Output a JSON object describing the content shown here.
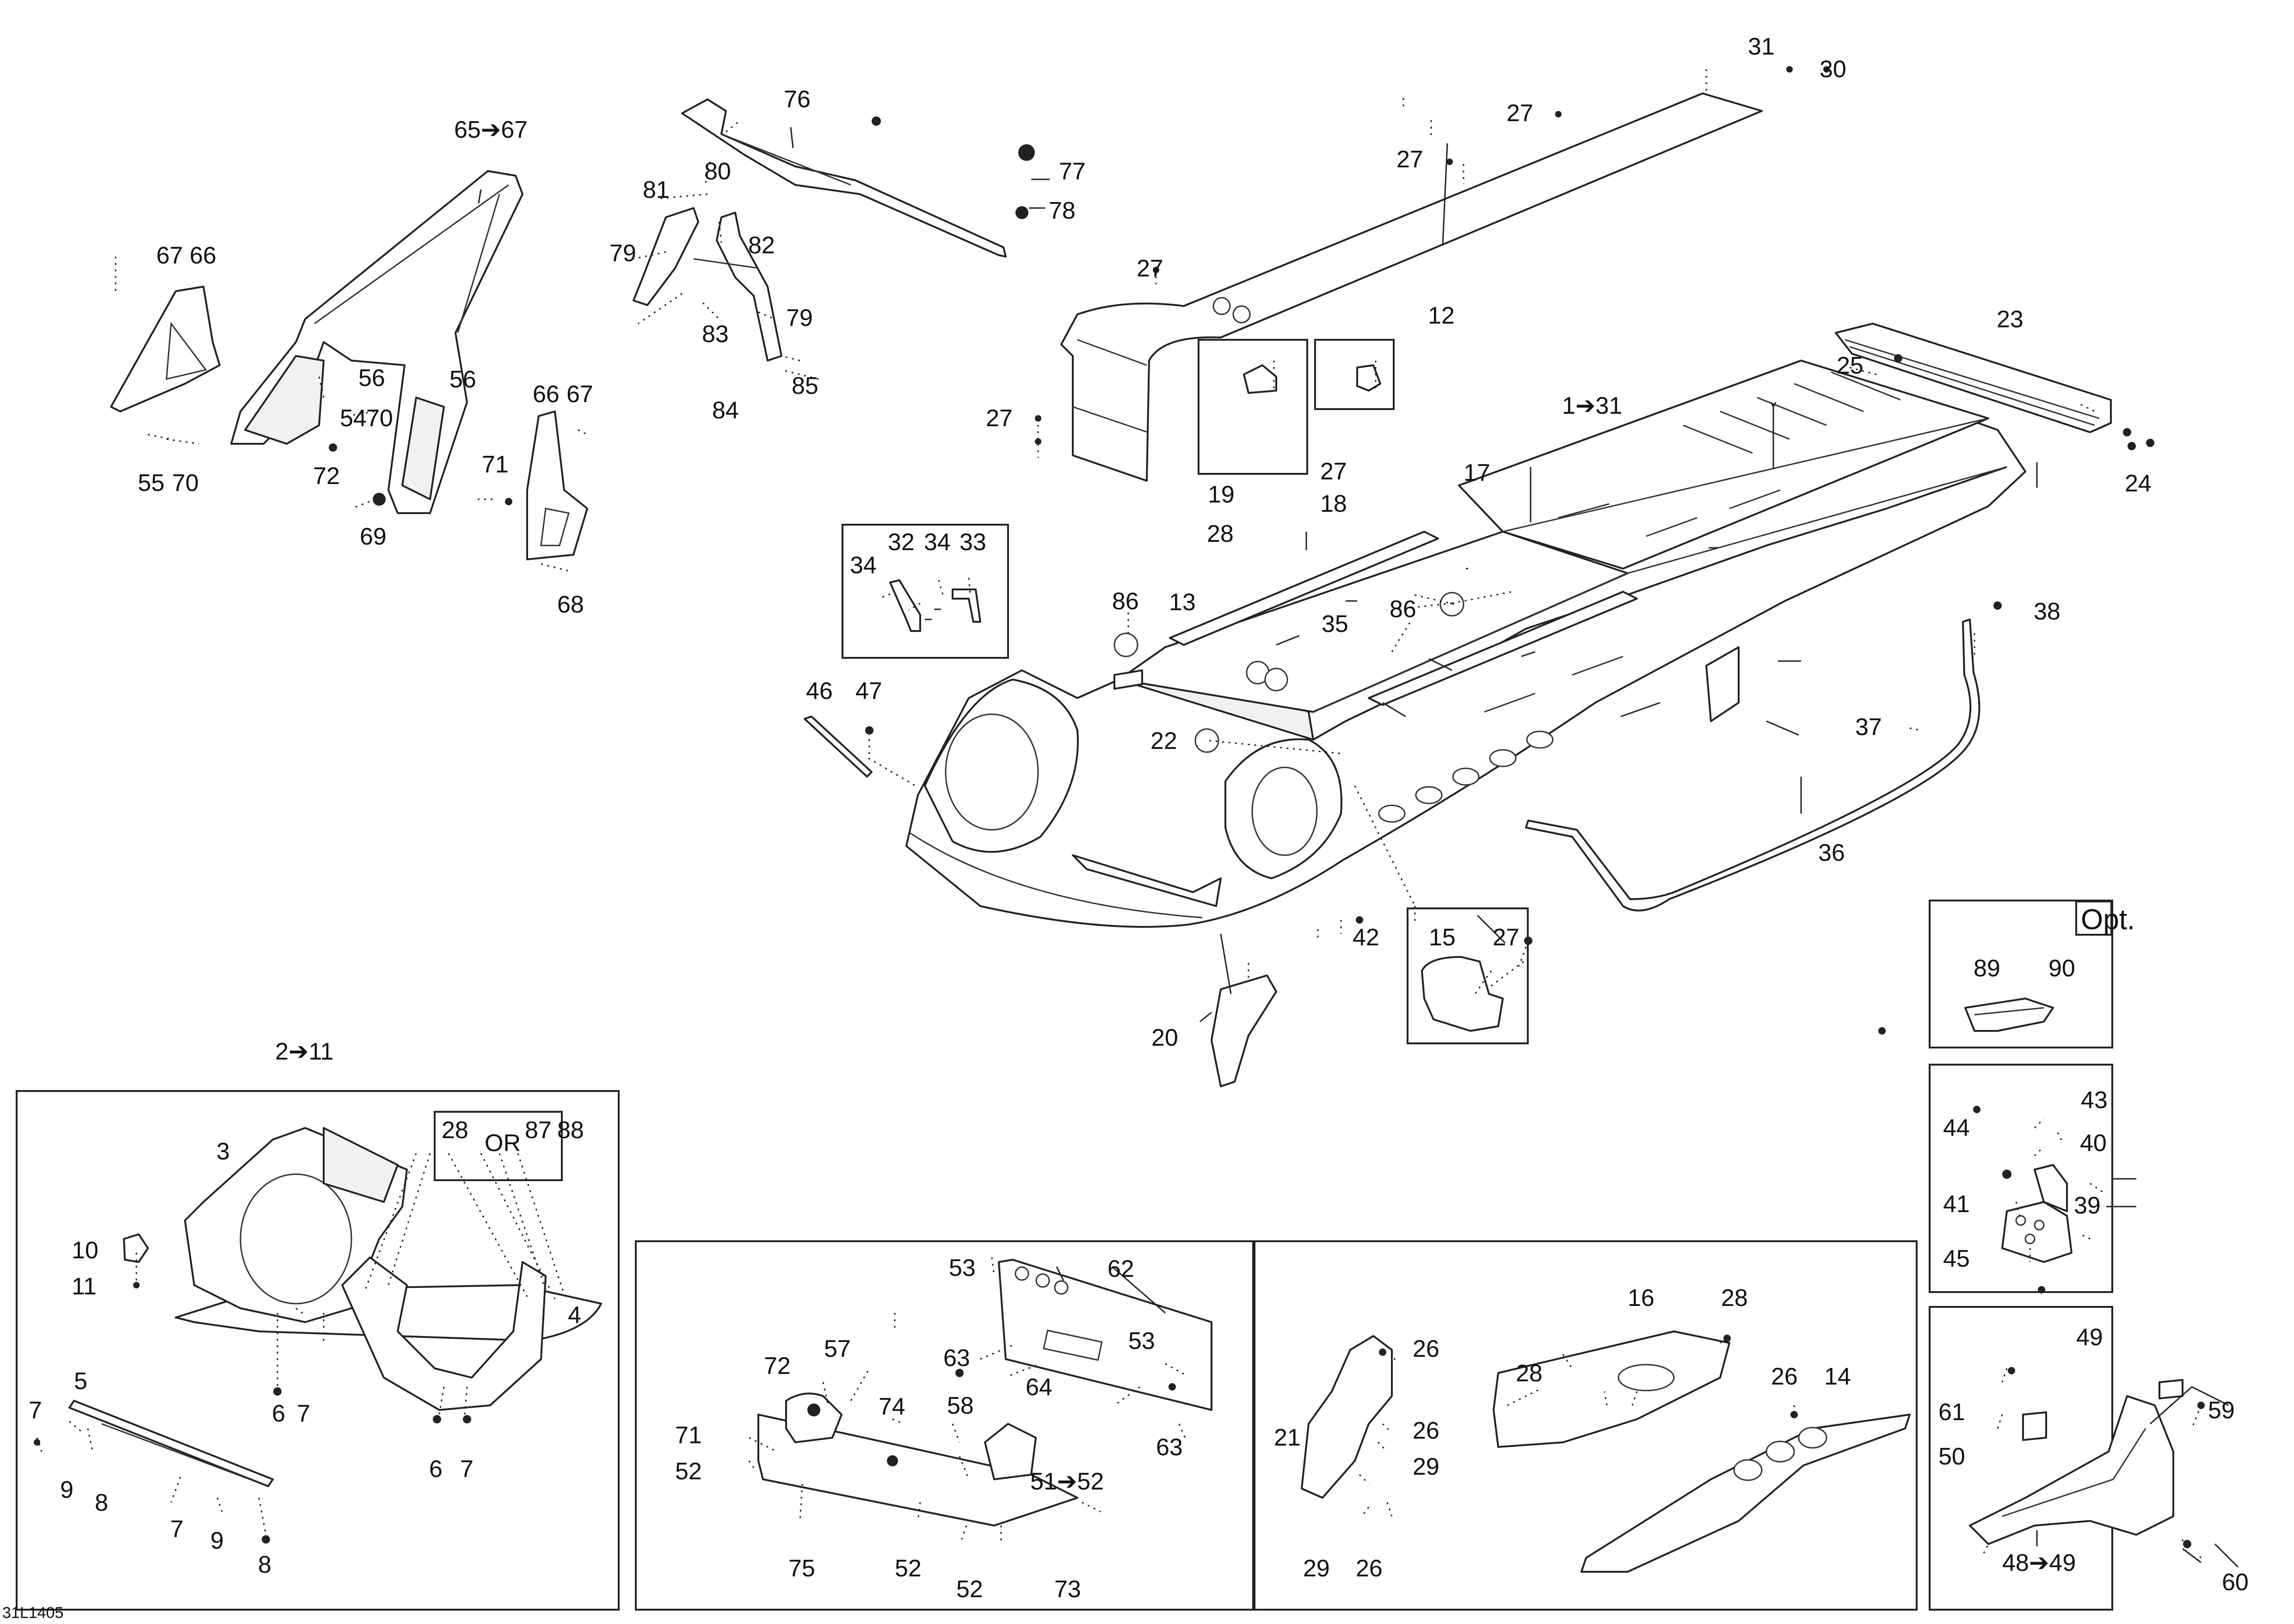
{
  "diagram": {
    "code": "31L1405",
    "option_label": "Opt.",
    "or_label": "OR",
    "callouts": {
      "c65_67": "65➔67",
      "c67a": "67",
      "c66a": "66",
      "c56a": "56",
      "c56b": "56",
      "c54": "54",
      "c70a": "70",
      "c72a": "72",
      "c55": "55",
      "c70b": "70",
      "c71a": "71",
      "c69": "69",
      "c66b": "66",
      "c67b": "67",
      "c68": "68",
      "c76": "76",
      "c77": "77",
      "c78": "78",
      "c80": "80",
      "c81": "81",
      "c79a": "79",
      "c82": "82",
      "c79b": "79",
      "c83": "83",
      "c84": "84",
      "c85": "85",
      "c31": "31",
      "c30": "30",
      "c27a": "27",
      "c27b": "27",
      "c27c": "27",
      "c27d": "27",
      "c12": "12",
      "c23": "23",
      "c25": "25",
      "c24": "24",
      "c1_31": "1➔31",
      "c17": "17",
      "c19": "19",
      "c28a": "28",
      "c27e": "27",
      "c18": "18",
      "c86a": "86",
      "c13": "13",
      "c35": "35",
      "c86b": "86",
      "c38": "38",
      "c32": "32",
      "c34a": "34",
      "c33": "33",
      "c34b": "34",
      "c46": "46",
      "c47": "47",
      "c22": "22",
      "c37": "37",
      "c36": "36",
      "c42": "42",
      "c15": "15",
      "c27f": "27",
      "c20": "20",
      "c89": "89",
      "c90": "90",
      "c43": "43",
      "c44": "44",
      "c40": "40",
      "c41": "41",
      "c39": "39",
      "c45": "45",
      "c2_11": "2➔11",
      "c28b": "28",
      "c87": "87",
      "c88": "88",
      "c3": "3",
      "c10": "10",
      "c11": "11",
      "c4": "4",
      "c5": "5",
      "c6a": "6",
      "c7a": "7",
      "c6b": "6",
      "c7b": "7",
      "c7c": "7",
      "c9a": "9",
      "c8a": "8",
      "c7d": "7",
      "c9b": "9",
      "c8b": "8",
      "c53a": "53",
      "c62": "62",
      "c63a": "63",
      "c53b": "53",
      "c64": "64",
      "c63b": "63",
      "c72b": "72",
      "c57": "57",
      "c74": "74",
      "c58": "58",
      "c71b": "71",
      "c52a": "52",
      "c51_52": "51➔52",
      "c75": "75",
      "c52b": "52",
      "c52c": "52",
      "c73": "73",
      "c16": "16",
      "c28c": "28",
      "c26a": "26",
      "c28d": "28",
      "c21": "21",
      "c26b": "26",
      "c29a": "29",
      "c26c": "26",
      "c14": "14",
      "c29b": "29",
      "c26d": "26",
      "c49": "49",
      "c61": "61",
      "c59": "59",
      "c50": "50",
      "c48_49": "48➔49",
      "c60": "60"
    }
  }
}
